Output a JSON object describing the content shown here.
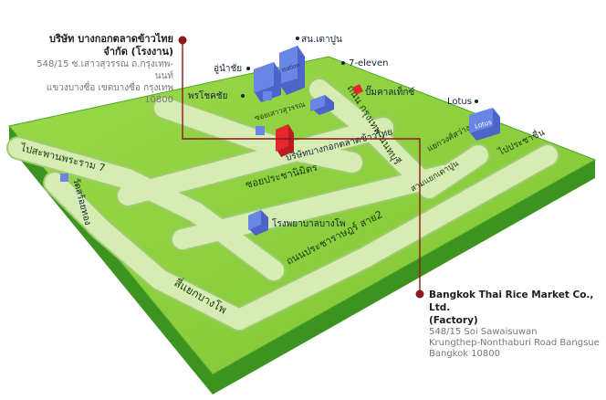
{
  "company_th": {
    "name_line1": "บริษัท บางกอกตลาดข้าวไทย",
    "name_line2": "จำกัด (โรงงาน)",
    "address_line1": "548/15 ซ.เสาวสุวรรณ ถ.กรุงเทพ-นนท์",
    "address_line2": "แขวงบางซื่อ เขตบางซื่อ กรุงเทพ 10800"
  },
  "company_en": {
    "name_line1": "Bangkok Thai Rice Market Co., Ltd.",
    "name_line2": "(Factory)",
    "address_line1": "548/15 Soi Sawaisuwan",
    "address_line2": "Krungthep-Nonthaburi Road Bangsue",
    "address_line3": "Bangkok 10800"
  },
  "roads": {
    "pracharat7": "ไปสะพานพระราม 7",
    "pracharat_sai2": "ถนนประชาราษฎร์ สาย2",
    "krungthep_nonthaburi": "ถนน กรุงเทพ-นนทบุรี",
    "soi_prachanimit": "ซอยประชานิมิตร",
    "sakdi_bangpho": "สี่แยกบางโพ",
    "soi_saowasuwan": "ซอยเสาวสุวรรณ",
    "tao_pun_junction": "สามแยกเตาปูน",
    "to_pracharat": "ไปประชาชื่น",
    "wongsawang": "แยกวงศ์สว่าง"
  },
  "landmarks": {
    "tao_pun_station": "สน.เตาปูน",
    "seven_eleven": "7-eleven",
    "auchai": "อู่นำชัย",
    "prachoke": "พรโชคชัย",
    "lotus": "Lotus",
    "lotus_sign": "Lotus",
    "wat_soi_thong": "วัดสร้อยทอง",
    "hospital_bangpho": "โรงพยาบาลบางโพ",
    "factory_sign": "บริษัทบางกอกตลาดข้าวไทย",
    "pumpkin_gas": "ปั๊มคาลเท็กซ์"
  },
  "colors": {
    "ground": "#8ed13a",
    "ground_edge": "#3f9a1e",
    "road": "#d4ecae",
    "road_edge": "#a9d07a",
    "building": "#5a78d8",
    "factory": "#e5262a",
    "pin": "#8a1a1a"
  }
}
